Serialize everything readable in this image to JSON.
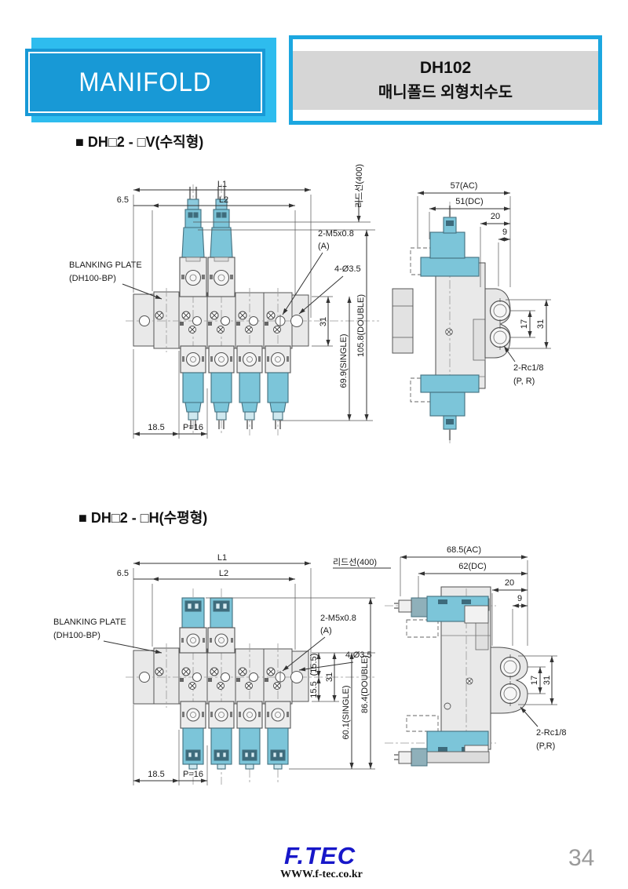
{
  "header": {
    "title": "MANIFOLD",
    "model": "DH102",
    "subtitle": "매니폴드 외형치수도"
  },
  "sections": [
    {
      "heading": "■ DH□2 - □V(수직형)",
      "front": {
        "dim_l1": "L1",
        "dim_l2": "L2",
        "dim_left_offset": "6.5",
        "lead_wire": "리드선(400)",
        "blanking_plate_1": "BLANKING PLATE",
        "blanking_plate_2": "(DH100-BP)",
        "port_a_1": "2-M5x0.8",
        "port_a_2": "(A)",
        "mount_holes": "4-Ø3.5",
        "dim_31": "31",
        "dim_single": "69.9(SINGLE)",
        "dim_double": "105.8(DOUBLE)",
        "dim_end_offset": "18.5",
        "dim_pitch": "P=16"
      },
      "side": {
        "dim_ac": "57(AC)",
        "dim_dc": "51(DC)",
        "dim_20": "20",
        "dim_9": "9",
        "dim_17": "17",
        "dim_31": "31",
        "port_pr_1": "2-Rc1/8",
        "port_pr_2": "(P, R)"
      }
    },
    {
      "heading": "■ DH□2 - □H(수평형)",
      "front": {
        "dim_l1": "L1",
        "dim_l2": "L2",
        "dim_left_offset": "6.5",
        "blanking_plate_1": "BLANKING PLATE",
        "blanking_plate_2": "(DH100-BP)",
        "port_a_1": "2-M5x0.8",
        "port_a_2": "(A)",
        "mount_holes": "4-Ø3.5",
        "dim_15_5_ref": "(15.5)",
        "dim_31": "31",
        "dim_15_5": "15.5",
        "dim_single": "60.1(SINGLE)",
        "dim_double": "86.4(DOUBLE)",
        "dim_end_offset": "18.5",
        "dim_pitch": "P=16"
      },
      "side": {
        "lead_wire": "리드선(400)",
        "dim_ac": "68.5(AC)",
        "dim_dc": "62(DC)",
        "dim_20": "20",
        "dim_9": "9",
        "dim_17": "17",
        "dim_31": "31",
        "port_pr_1": "2-Rc1/8",
        "port_pr_2": "(P,R)"
      }
    }
  ],
  "footer": {
    "logo": "F.TEC",
    "website": "WWW.f-tec.co.kr",
    "page_number": "34"
  },
  "colors": {
    "banner_back": "#2ebcee",
    "banner_front": "#1899d6",
    "box_border": "#1ca7e0",
    "box_band": "#d6d6d6",
    "valve_blue": "#7cc5d9",
    "logo_blue": "#1717c9"
  }
}
